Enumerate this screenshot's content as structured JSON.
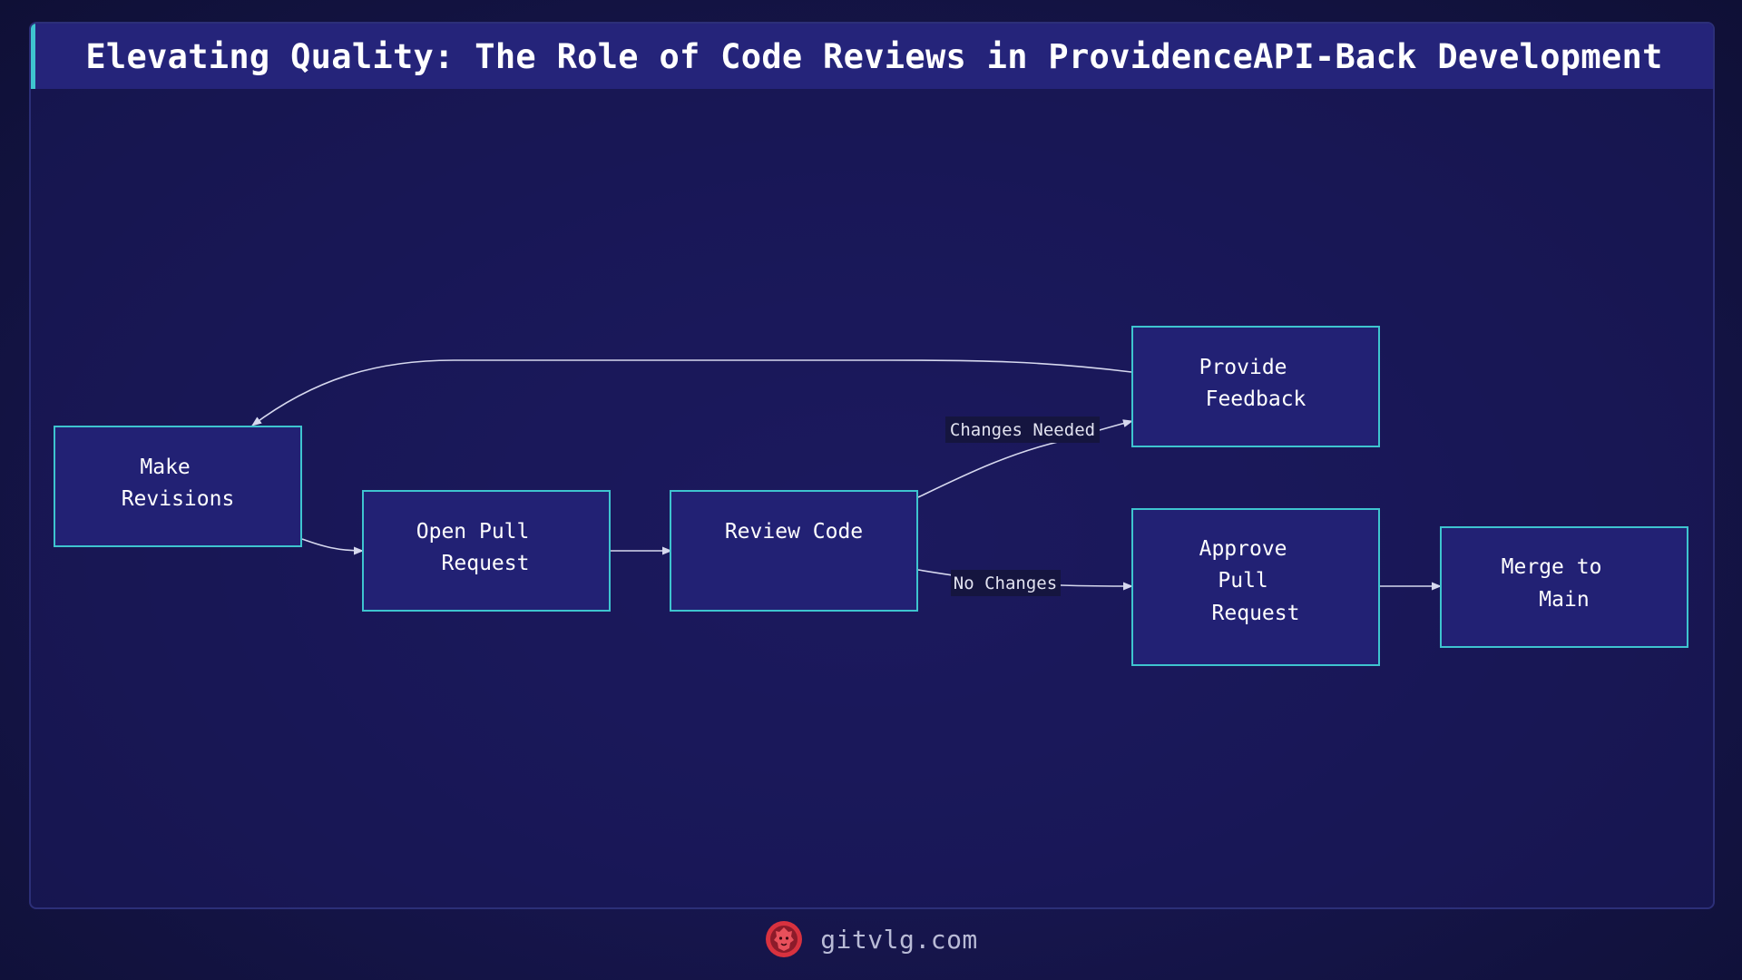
{
  "title": "Elevating Quality: The Role of Code Reviews in ProvidenceAPI-Back Development",
  "nodes": {
    "make_revisions": [
      "Make",
      "Revisions"
    ],
    "open_pull_request": [
      "Open Pull",
      "Request"
    ],
    "review_code": [
      "Review Code"
    ],
    "provide_feedback": [
      "Provide",
      "Feedback"
    ],
    "approve_pull_request": [
      "Approve",
      "Pull",
      "Request"
    ],
    "merge_to_main": [
      "Merge to",
      "Main"
    ]
  },
  "edges": {
    "changes_needed": "Changes Needed",
    "no_changes": "No Changes"
  },
  "footer": {
    "site": "gitvlg.com"
  },
  "colors": {
    "node_fill": "#222174",
    "node_border": "#3ec4cf",
    "title_bar": "#25247a",
    "logo": "#d8323f"
  }
}
